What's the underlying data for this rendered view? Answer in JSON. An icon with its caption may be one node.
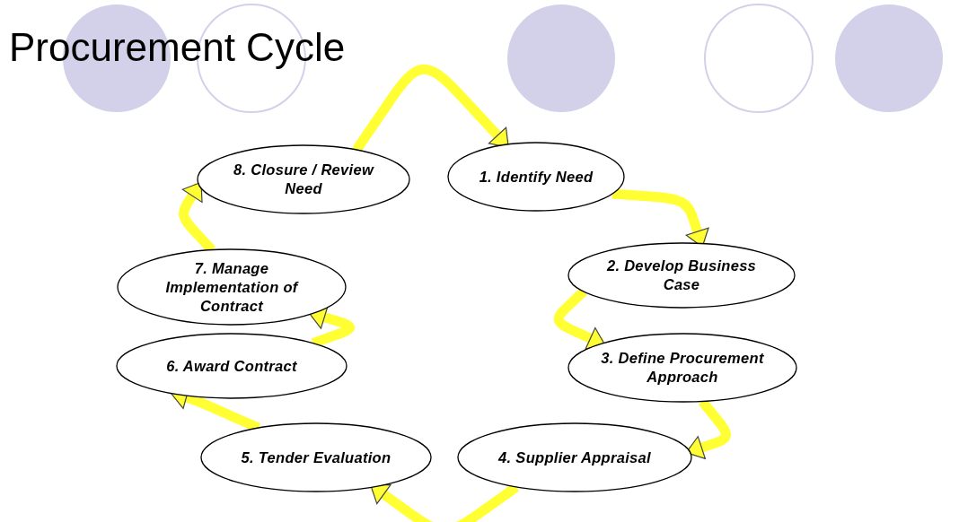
{
  "diagram": {
    "title": "Procurement Cycle",
    "nodes": [
      {
        "text": [
          "1. Identify Need"
        ]
      },
      {
        "text": [
          "2. Develop Business Case"
        ]
      },
      {
        "text": [
          "3. Define Procurement Approach"
        ]
      },
      {
        "text": [
          "4. Supplier Appraisal"
        ]
      },
      {
        "text": [
          "5. Tender Evaluation"
        ]
      },
      {
        "text": [
          "6. Award Contract"
        ]
      },
      {
        "text": [
          "7. Manage Implementation of Contract"
        ]
      },
      {
        "text": [
          "8. Closure / Review Need"
        ]
      }
    ],
    "edges": [
      {
        "from": 7,
        "to": 0,
        "arrow": "to"
      },
      {
        "from": 0,
        "to": 1,
        "arrow": "to"
      },
      {
        "from": 1,
        "to": 2,
        "arrow": "to"
      },
      {
        "from": 2,
        "to": 3,
        "arrow": "to"
      },
      {
        "from": 3,
        "to": 4,
        "arrow": "to"
      },
      {
        "from": 4,
        "to": 5,
        "arrow": "to"
      },
      {
        "from": 5,
        "to": 6,
        "arrow": "to"
      },
      {
        "from": 6,
        "to": 7,
        "arrow": "to"
      }
    ]
  }
}
